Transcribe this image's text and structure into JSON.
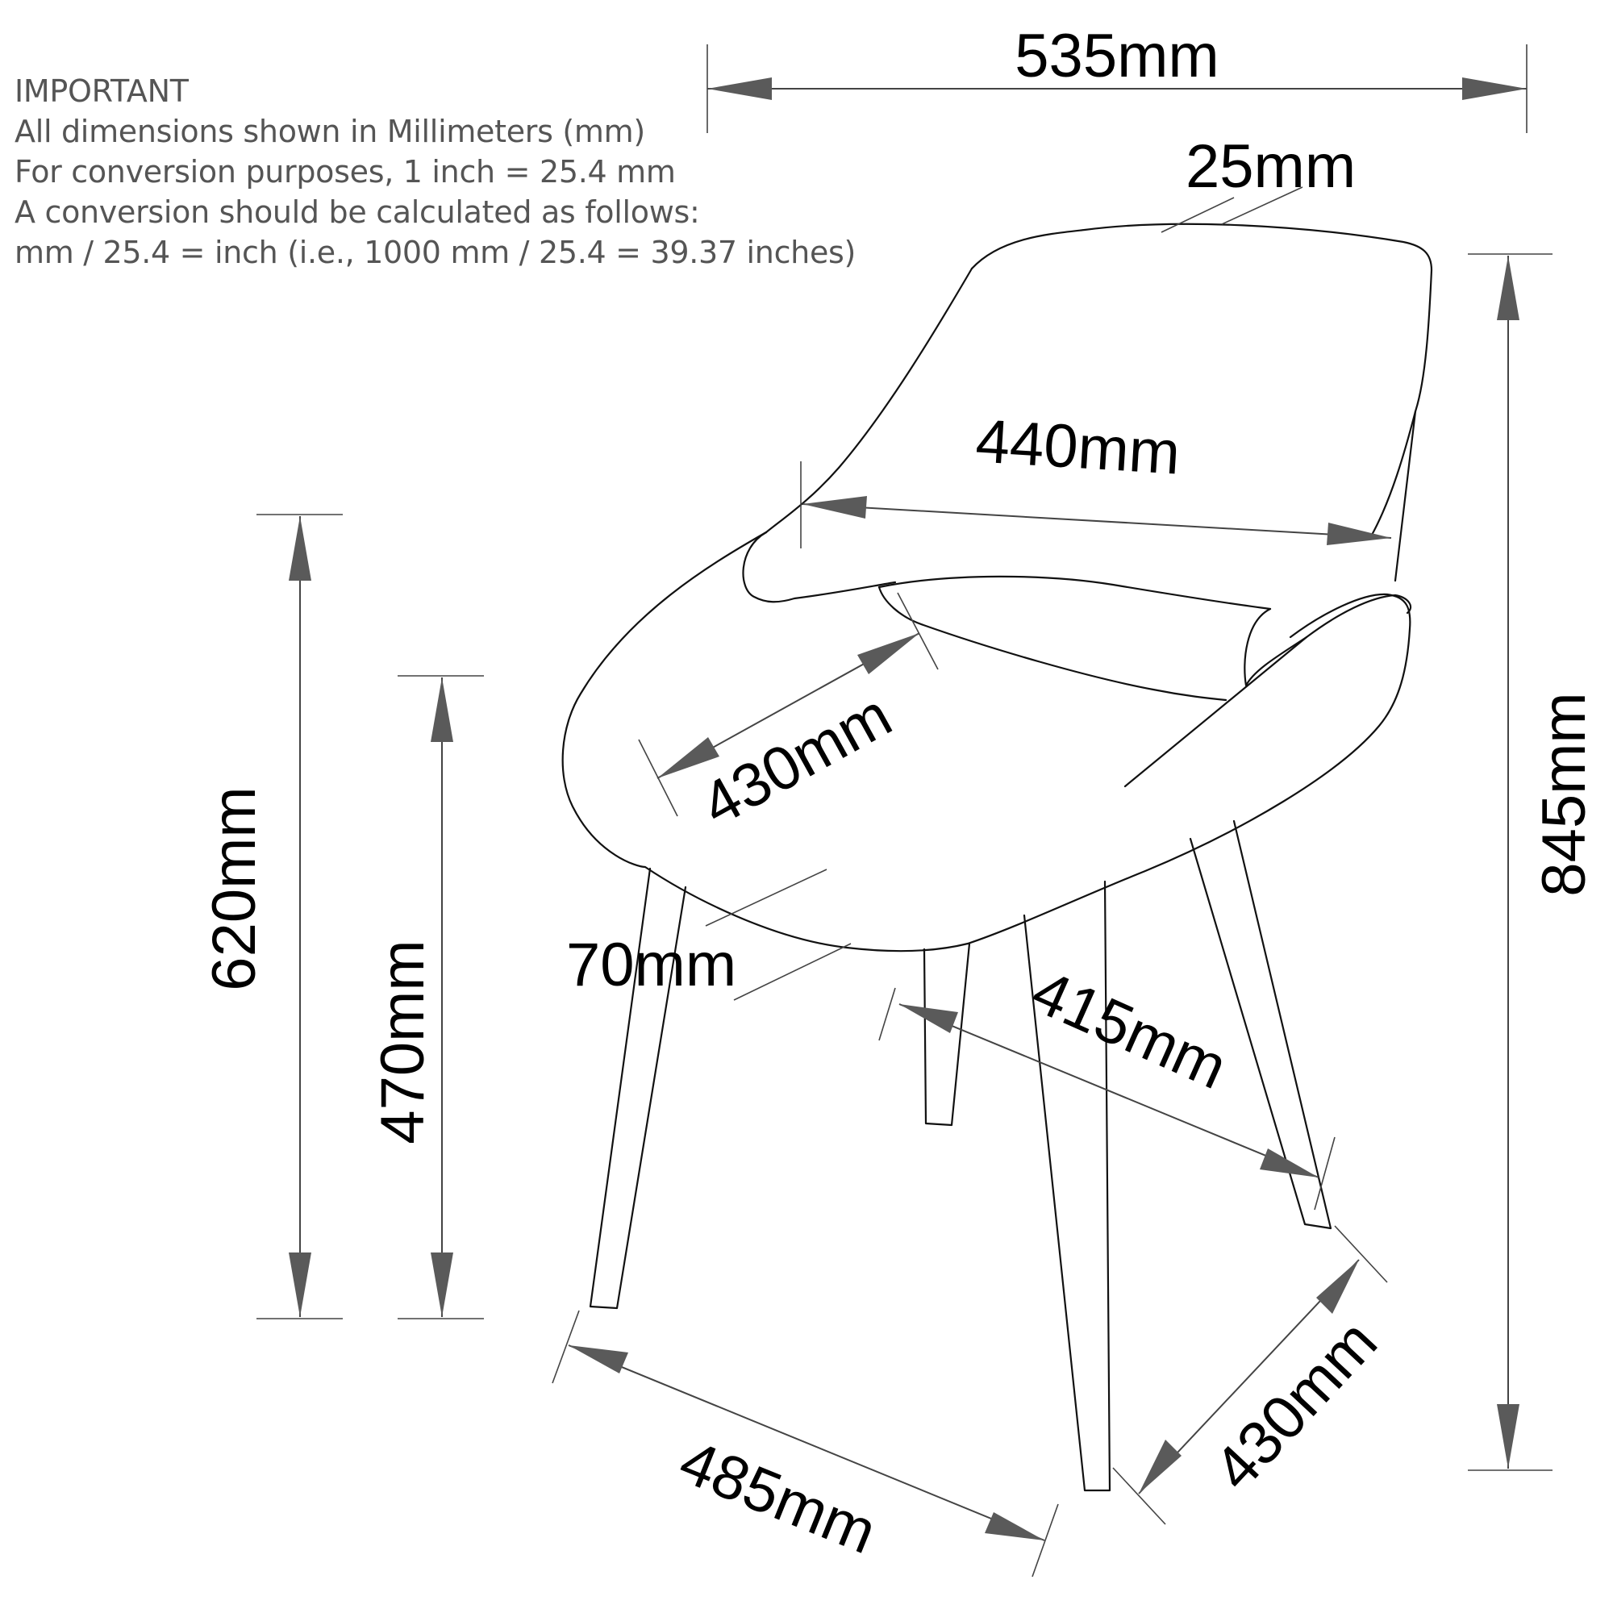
{
  "notes": {
    "heading": "IMPORTANT",
    "lines": [
      "All dimensions shown in Millimeters (mm)",
      "For conversion purposes, 1 inch = 25.4 mm",
      "A conversion should be calculated as follows:",
      "mm / 25.4 = inch (i.e., 1000 mm / 25.4 = 39.37 inches)"
    ]
  },
  "dimensions": {
    "overall_width": "535mm",
    "backrest_thickness": "25mm",
    "inner_width": "440mm",
    "seat_depth": "430mm",
    "seat_thickness": "70mm",
    "leg_span_side": "415mm",
    "footprint_depth": "430mm",
    "footprint_width": "485mm",
    "arm_height": "620mm",
    "seat_height": "470mm",
    "overall_height": "845mm"
  },
  "icons": {
    "chair": "chair-outline-icon"
  }
}
